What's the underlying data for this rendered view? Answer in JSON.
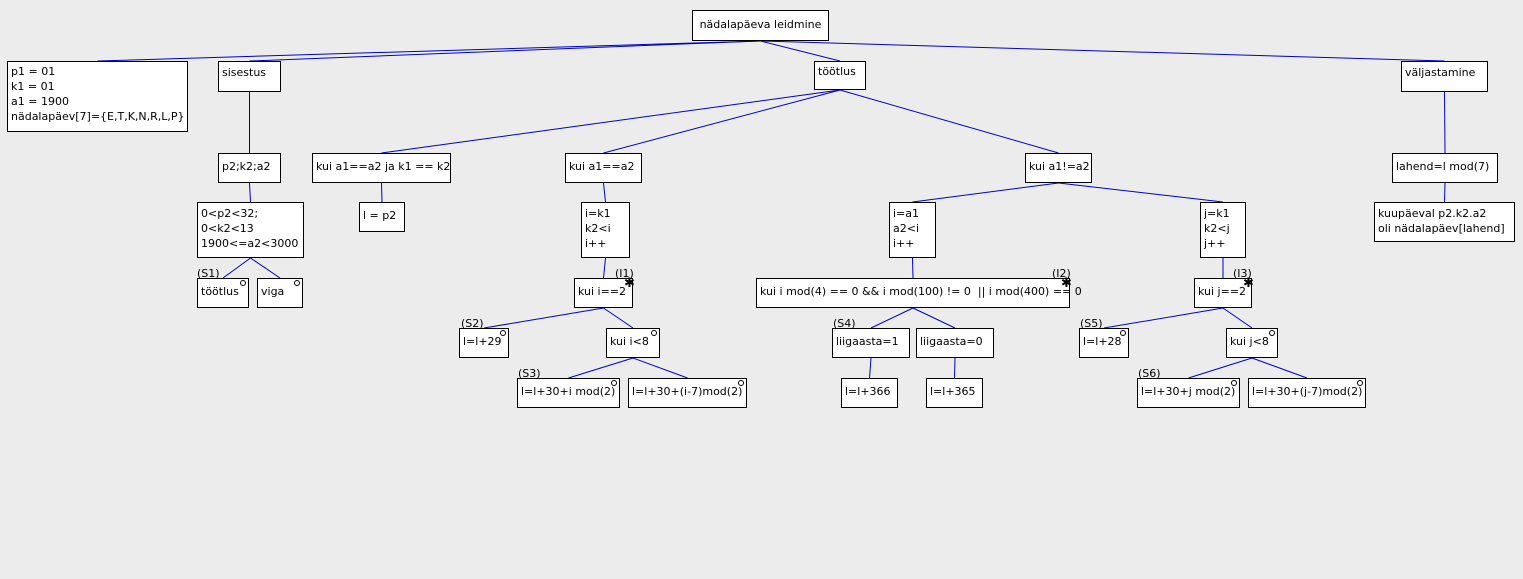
{
  "diagram": {
    "root": "nädalapäeva leidmine",
    "init_box": "p1 = 01\nk1 = 01\na1 = 1900\nnädalapäev[7]={E,T,K,N,R,L,P}",
    "sisestus": "sisestus",
    "input_vars": "p2;k2;a2",
    "input_check": "0<p2<32;\n0<k2<13\n1900<=a2<3000",
    "s1_label": "(S1)",
    "s1_ok": "töötlus",
    "s1_err": "viga",
    "tootlus": "töötlus",
    "case_same_date": "kui a1==a2 ja k1 == k2",
    "l_eq_p2": "l = p2",
    "case_same_year": "kui a1==a2",
    "loop1_init": "i=k1\nk2<i\ni++",
    "i1_label": "(I1)",
    "cond_i_eq_2": "kui i==2",
    "s2_label": "(S2)",
    "l_plus_29": "l=l+29",
    "cond_i_lt_8": "kui i<8",
    "s3_label": "(S3)",
    "l_30_i": "l=l+30+i mod(2)",
    "l_30_i7": "l=l+30+(i-7)mod(2)",
    "case_diff_year": "kui a1!=a2",
    "loop2_init": "i=a1\na2<i\ni++",
    "i2_label": "(I2)",
    "leap_cond": "kui i mod(4) == 0 && i mod(100) != 0  || i mod(400) == 0",
    "s4_label": "(S4)",
    "leap_yes": "liigaasta=1",
    "leap_no": "liigaasta=0",
    "l_366": "l=l+366",
    "l_365": "l=l+365",
    "loop3_init": "j=k1\nk2<j\nj++",
    "i3_label": "(I3)",
    "cond_j_eq_2": "kui j==2",
    "s5_label": "(S5)",
    "l_plus_28": "l=l+28",
    "cond_j_lt_8": "kui j<8",
    "s6_label": "(S6)",
    "l_30_j": "l=l+30+j mod(2)",
    "l_30_j7": "l=l+30+(j-7)mod(2)",
    "valjastamine": "väljastamine",
    "lahend": "lahend=l mod(7)",
    "result_text": "kuupäeval p2.k2.a2\noli nädalapäev[lahend]"
  },
  "colors": {
    "edge": "#0000cc",
    "background": "#ececec",
    "node_fill": "#ffffff",
    "node_border": "#000000"
  }
}
